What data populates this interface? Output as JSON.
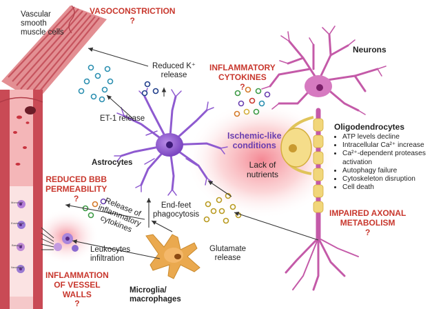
{
  "labels": {
    "vascular_smooth_muscle": [
      "Vascular",
      "smooth",
      "muscle cells"
    ],
    "vasoconstriction": [
      "VASOCONSTRICTION",
      "?"
    ],
    "reduced_k_release": [
      "Reduced K⁺",
      "release"
    ],
    "inflammatory_cytokines": [
      "INFLAMMATORY",
      "CYTOKINES",
      "?"
    ],
    "neurons": "Neurons",
    "et1_release": "ET-1 release",
    "oligodendrocytes": "Oligodendrocytes",
    "ischemic_like": [
      "Ischemic-like",
      "conditions"
    ],
    "lack_of_nutrients": [
      "Lack of",
      "nutrients"
    ],
    "astrocytes": "Astrocytes",
    "reduced_bbb": [
      "REDUCED BBB",
      "PERMEABILITY",
      "?"
    ],
    "release_of_cytokines": [
      "Release of",
      "inflammatory",
      "cytokines"
    ],
    "endfeet_phagocytosis": [
      "End-feet",
      "phagocytosis"
    ],
    "impaired_axonal": [
      "IMPAIRED AXONAL",
      "METABOLISM",
      "?"
    ],
    "leukocytes_infiltration": [
      "Leukocytes",
      "infiltration"
    ],
    "glutamate_release": [
      "Glutamate",
      "release"
    ],
    "inflammation_vessel": [
      "INFLAMMATION",
      "OF VESSEL",
      "WALLS",
      "?"
    ],
    "microglia": [
      "Microglia/",
      "macrophages"
    ],
    "vessel_cells": [
      "Monocyte",
      "Eosinophil",
      "Basophil",
      "Neutrophil"
    ]
  },
  "oligo_effects": [
    "ATP levels decline",
    "Intracellular Ca²⁺ increase",
    "Ca²⁺-dependent proteases activation",
    "Autophagy failure",
    "Cytoskeleton disruption",
    "Cell death"
  ],
  "colors": {
    "alert_red": "#c8372d",
    "ischemia_purple": "#6a3fb0",
    "astrocyte": "#8e5ad0",
    "neuron": "#c45aa8",
    "microglia": "#e8a84a",
    "vessel": "#d9606a",
    "ischemia_glow": "#f06070"
  }
}
